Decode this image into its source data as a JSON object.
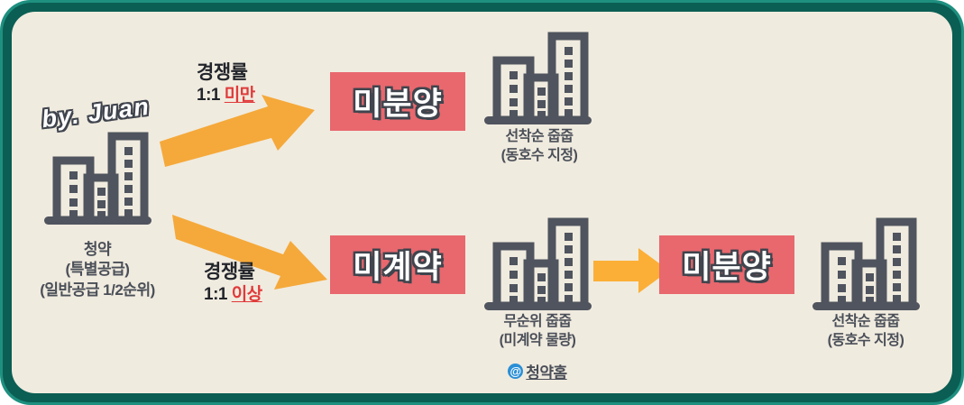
{
  "frame": {
    "outer_color": "#1e9080",
    "ring_color": "#0b5e53",
    "inner_color": "#f0ebdf"
  },
  "signature": {
    "text": "by. Juan"
  },
  "palette": {
    "building": "#4f545e",
    "red_box": "#e8686e",
    "arrow_orange": "#f7a833",
    "arrow_orange_straight": "#fbb03b",
    "highlight_red": "#e03a3a",
    "caption_text": "#4a4f58",
    "badge_blue": "#2b8fd6"
  },
  "nodes": {
    "start_building": {
      "icon": "building-cluster-icon",
      "caption": [
        "청약",
        "(특별공급)",
        "(일반공급 1/2순위)"
      ]
    },
    "top_result_building": {
      "icon": "building-cluster-icon",
      "caption": [
        "선착순 줍줍",
        "(동호수 지정)"
      ]
    },
    "mid_result_building": {
      "icon": "building-cluster-icon",
      "caption": [
        "무순위 줍줍",
        "(미계약 물량)"
      ],
      "source_badge": {
        "symbol": "@",
        "label": "청약홈"
      }
    },
    "final_result_building": {
      "icon": "building-cluster-icon",
      "caption": [
        "선착순 줍줍",
        "(동호수 지정)"
      ]
    }
  },
  "boxes": {
    "top_unsold": {
      "label": "미분양"
    },
    "mid_uncontracted": {
      "label": "미계약"
    },
    "final_unsold": {
      "label": "미분양"
    }
  },
  "arrows": {
    "top": {
      "line1": "경쟁률",
      "line2_prefix": "1:1 ",
      "line2_highlight": "미만"
    },
    "bottom": {
      "line1": "경쟁률",
      "line2_prefix": "1:1 ",
      "line2_highlight": "이상"
    },
    "middle": {
      "label": "",
      "direction": "right"
    }
  }
}
